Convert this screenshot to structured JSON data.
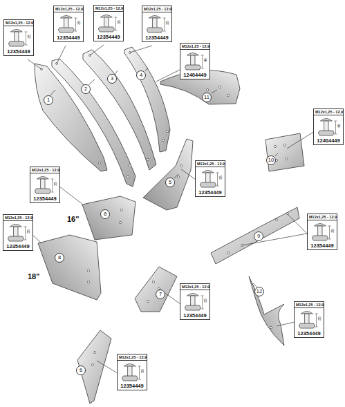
{
  "diagram": {
    "nodes": [
      {
        "text": [
          "M12x1,25 - 12.9",
          "35",
          "12354449"
        ]
      },
      {
        "text": [
          "M12x1,25 - 12.9",
          "35",
          "12354449"
        ]
      },
      {
        "text": [
          "M12x1,25 - 12.9",
          "35",
          "12354449"
        ]
      },
      {
        "text": [
          "M12x1,25 - 12.9",
          "35",
          "12354449"
        ]
      },
      {
        "text": [
          "M12x1,25 - 12.9",
          "40",
          "12404449"
        ]
      },
      {
        "text": [
          "4"
        ]
      },
      {
        "text": [
          "3"
        ]
      },
      {
        "text": [
          "2"
        ]
      },
      {
        "text": [
          "11"
        ]
      },
      {
        "text": [
          "1"
        ]
      },
      {
        "text": [
          "M12x1,25 - 12.9",
          "40",
          "12404449"
        ]
      },
      {
        "text": [
          "10"
        ]
      },
      {
        "text": [
          "M12x1,25 - 12.9",
          "35",
          "12354449"
        ]
      },
      {
        "text": [
          "M12x1,25 - 12.9",
          "35",
          "12354449"
        ]
      },
      {
        "text": [
          "5"
        ]
      },
      {
        "text": [
          "8"
        ]
      },
      {
        "text": [
          "M12x1,25 - 12.9",
          "35",
          "12354449"
        ]
      },
      {
        "text": [
          "M12x1,25 - 12.9",
          "35",
          "12354449"
        ]
      },
      {
        "text": [
          "9"
        ]
      },
      {
        "text": [
          "8"
        ]
      },
      {
        "text": [
          "M12x1,25 - 12.9",
          "35",
          "12354449"
        ]
      },
      {
        "text": [
          "12"
        ]
      },
      {
        "text": [
          "7"
        ]
      },
      {
        "text": [
          "M12x1,25 - 12.9",
          "35",
          "12354449"
        ]
      },
      {
        "text": [
          "M12x1,25 - 12.9",
          "35",
          "12354449"
        ]
      },
      {
        "text": [
          "6"
        ]
      }
    ],
    "labels": [
      "16\"",
      "18\""
    ]
  }
}
